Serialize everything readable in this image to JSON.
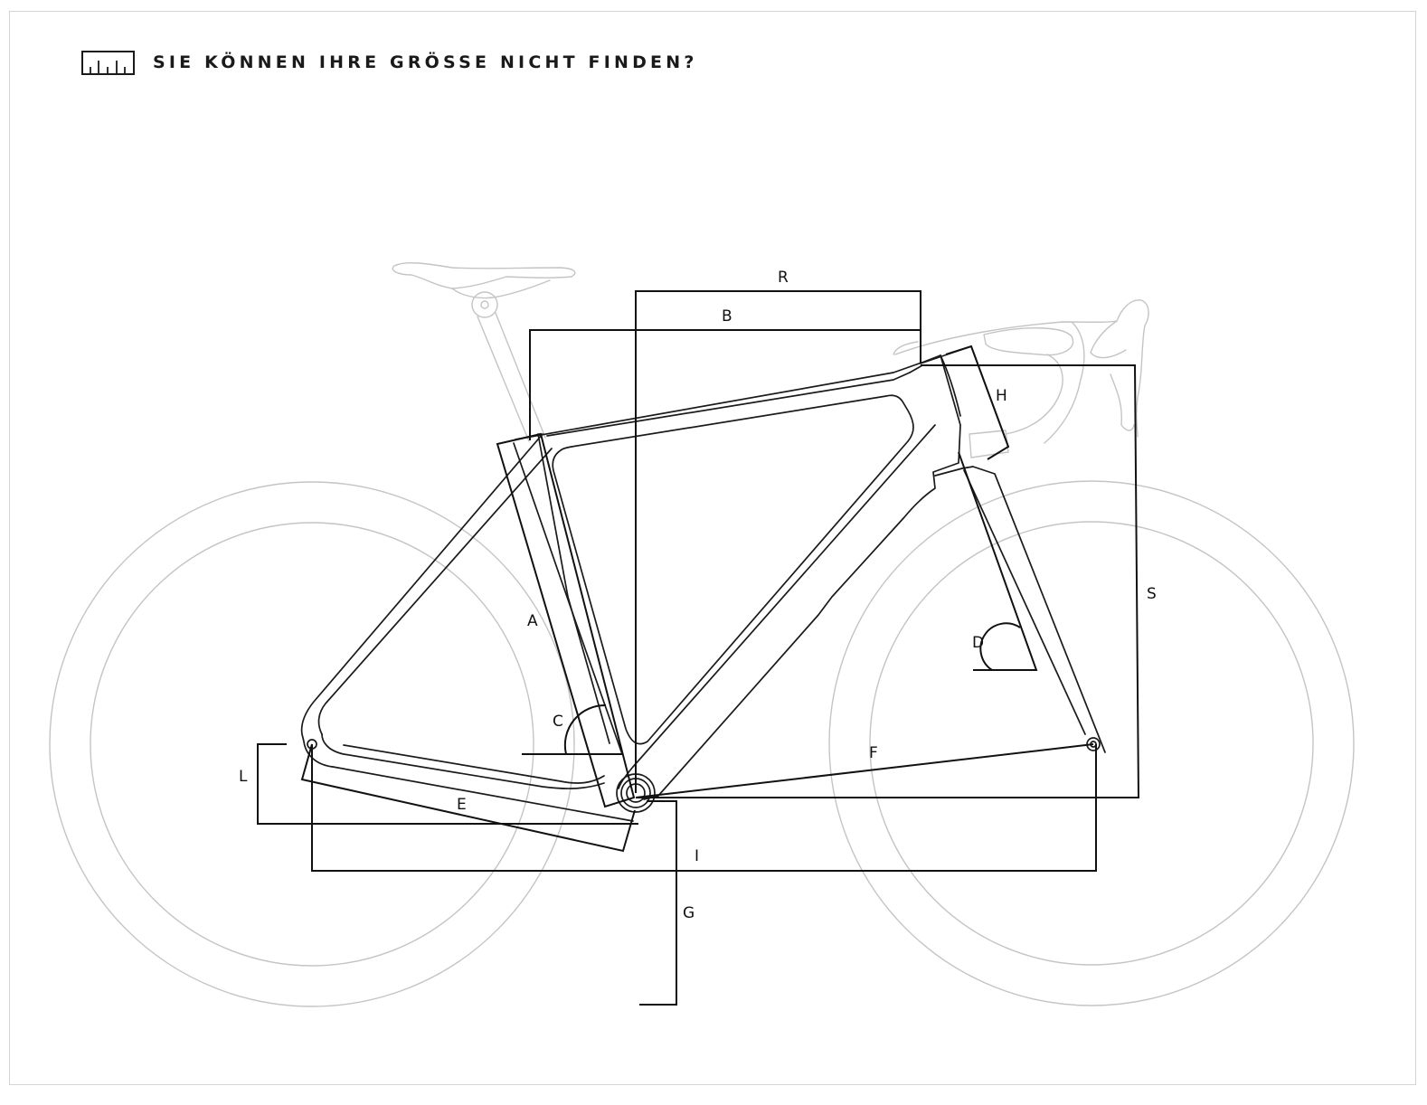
{
  "header": {
    "title": "SIE KÖNNEN IHRE GRÖSSE NICHT FINDEN?",
    "icon": "ruler-icon"
  },
  "labels": {
    "a": "A",
    "b": "B",
    "c": "C",
    "d": "D",
    "e": "E",
    "f": "F",
    "g": "G",
    "h": "H",
    "i": "I",
    "l": "L",
    "r": "R",
    "s": "S"
  },
  "colors": {
    "frame_line": "#1a1a1a",
    "ghost_line": "#c4c4c4",
    "border": "#d4d4d4"
  }
}
